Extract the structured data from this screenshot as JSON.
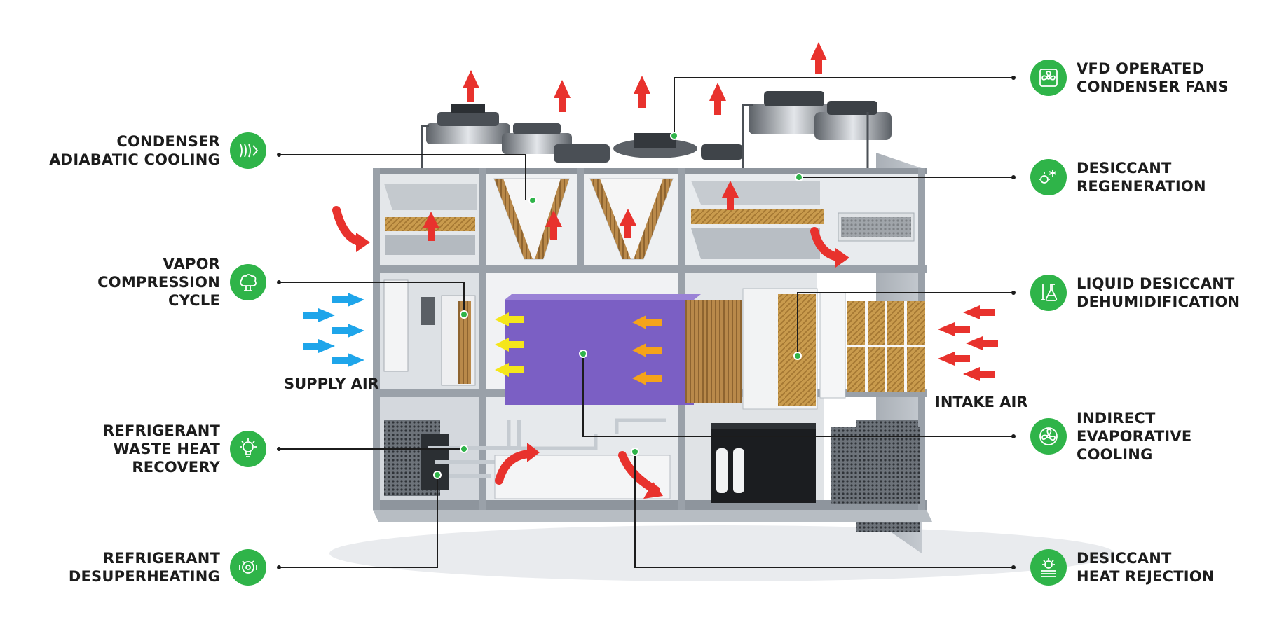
{
  "diagram": {
    "callouts_left": [
      {
        "id": "condenser-adiabatic-cooling",
        "label": "CONDENSER\nADIABATIC COOLING",
        "icon": "adiabatic-cooling-icon"
      },
      {
        "id": "vapor-compression-cycle",
        "label": "VAPOR\nCOMPRESSION\nCYCLE",
        "icon": "vapor-compression-icon"
      },
      {
        "id": "refrigerant-waste-heat-recovery",
        "label": "REFRIGERANT\nWASTE HEAT\nRECOVERY",
        "icon": "heat-recovery-icon"
      },
      {
        "id": "refrigerant-desuperheating",
        "label": "REFRIGERANT\nDESUPERHEATING",
        "icon": "desuperheating-icon"
      }
    ],
    "callouts_right": [
      {
        "id": "vfd-operated-condenser-fans",
        "label": "VFD OPERATED\nCONDENSER FANS",
        "icon": "fan-icon"
      },
      {
        "id": "desiccant-regeneration",
        "label": "DESICCANT\nREGENERATION",
        "icon": "regeneration-icon"
      },
      {
        "id": "liquid-desiccant-dehumidification",
        "label": "LIQUID DESICCANT\nDEHUMIDIFICATION",
        "icon": "flask-icon"
      },
      {
        "id": "indirect-evaporative-cooling",
        "label": "INDIRECT\nEVAPORATIVE\nCOOLING",
        "icon": "evaporative-fan-icon"
      },
      {
        "id": "desiccant-heat-rejection",
        "label": "DESICCANT\nHEAT REJECTION",
        "icon": "heat-rejection-icon"
      }
    ],
    "air_labels": {
      "supply": "SUPPLY AIR",
      "intake": "INTAKE AIR"
    },
    "colors": {
      "badge": "#2fb449",
      "leader": "#1c1c1c",
      "hot_arrow": "#e8322d",
      "cold_arrow": "#1ea5ea",
      "warm_arrow": "#f5a31a",
      "cool_arrow": "#f5e61a",
      "frame": "#9aa3ad",
      "media": "#c99b4d",
      "coil": "#7b5fc4"
    }
  }
}
